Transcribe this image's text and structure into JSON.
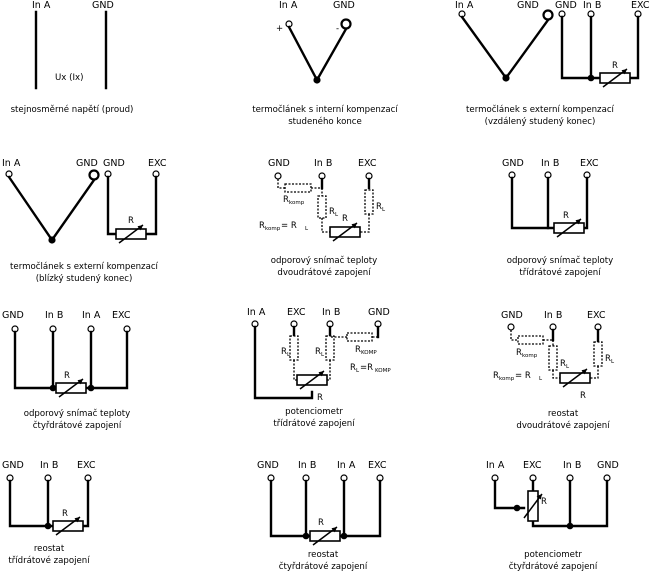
{
  "panels": [
    {
      "id": "p1",
      "caption": [
        "stejnosměrné napětí (proud)"
      ],
      "terminals": [
        "In A",
        "GND"
      ],
      "signal": "Ux (Ix)"
    },
    {
      "id": "p2",
      "caption": [
        "termočlánek s interní kompenzací",
        "studeného konce"
      ],
      "terminals": [
        "In A",
        "GND"
      ],
      "polarity": [
        "+",
        "-"
      ]
    },
    {
      "id": "p3",
      "caption": [
        "termočlánek s externí kompenzací",
        "(vzdálený studený konec)"
      ],
      "terminals": [
        "In A",
        "GND",
        "GND",
        "In B",
        "EXC"
      ],
      "resistor": "R"
    },
    {
      "id": "p4",
      "caption": [
        "termočlánek s externí kompenzací",
        "(blízký studený konec)"
      ],
      "terminals": [
        "In A",
        "GND",
        "GND",
        "EXC"
      ],
      "resistor": "R"
    },
    {
      "id": "p5",
      "caption": [
        "odporový snímač teploty",
        "dvoudrátové zapojení"
      ],
      "terminals": [
        "GND",
        "In B",
        "EXC"
      ],
      "resistor": "R",
      "line_r": "R",
      "line_r_sub": "L",
      "komp_r": "R",
      "komp_r_sub": "komp",
      "eq_left": "R",
      "eq_left_sub": "komp",
      "eq_mid": " = R",
      "eq_right_sub": "L"
    },
    {
      "id": "p6",
      "caption": [
        "odporový snímač teploty",
        "třídrátové zapojení"
      ],
      "terminals": [
        "GND",
        "In B",
        "EXC"
      ],
      "resistor": "R"
    },
    {
      "id": "p7",
      "caption": [
        "odporový snímač teploty",
        "čtyřdrátové zapojení"
      ],
      "terminals": [
        "GND",
        "In B",
        "In A",
        "EXC"
      ],
      "resistor": "R"
    },
    {
      "id": "p8",
      "caption": [
        "potenciometr",
        "třídrátové zapojení"
      ],
      "terminals": [
        "In A",
        "EXC",
        "In B",
        "GND"
      ],
      "resistor": "R",
      "line_r": "R",
      "line_r_sub": "L",
      "komp_r": "R",
      "komp_r_sub": "KOMP",
      "eq_left": "R",
      "eq_left_sub": "L",
      "eq_mid": "=R",
      "eq_right_sub": "KOMP"
    },
    {
      "id": "p9",
      "caption": [
        "reostat",
        "dvoudrátové zapojení"
      ],
      "terminals": [
        "GND",
        "In B",
        "EXC"
      ],
      "resistor": "R",
      "line_r": "R",
      "line_r_sub": "L",
      "komp_r": "R",
      "komp_r_sub": "komp",
      "eq_left": "R",
      "eq_left_sub": "komp",
      "eq_mid": " = R",
      "eq_right_sub": "L"
    },
    {
      "id": "p10",
      "caption": [
        "reostat",
        "třídrátové zapojení"
      ],
      "terminals": [
        "GND",
        "In B",
        "EXC"
      ],
      "resistor": "R"
    },
    {
      "id": "p11",
      "caption": [
        "reostat",
        "čtyřdrátové zapojení"
      ],
      "terminals": [
        "GND",
        "In B",
        "In A",
        "EXC"
      ],
      "resistor": "R"
    },
    {
      "id": "p12",
      "caption": [
        "potenciometr",
        "čtyřdrátové zapojení"
      ],
      "terminals": [
        "In A",
        "EXC",
        "In B",
        "GND"
      ],
      "resistor": "R"
    }
  ]
}
